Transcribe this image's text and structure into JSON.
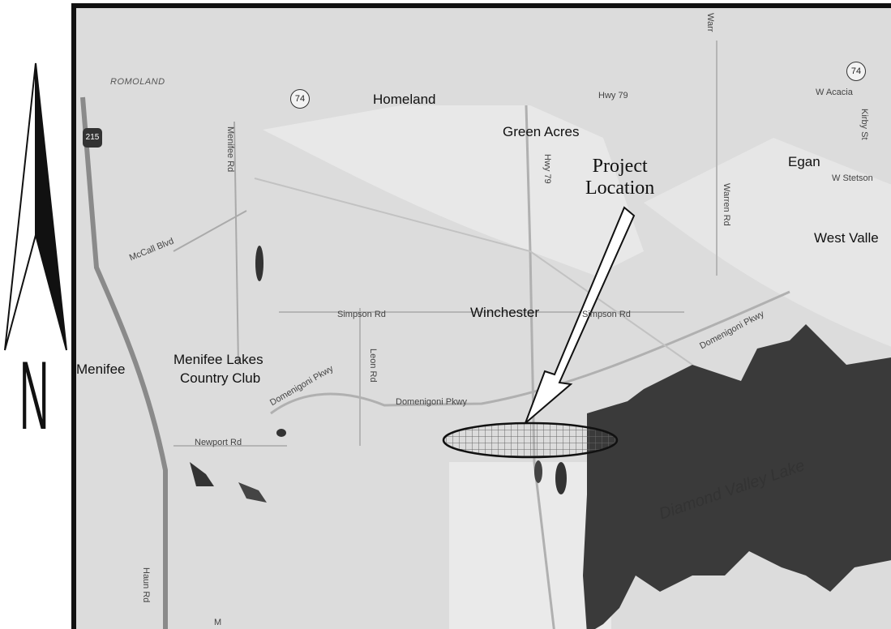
{
  "compass": {
    "label": "N"
  },
  "map": {
    "places": [
      {
        "id": "romoland",
        "text": "ROMOLAND"
      },
      {
        "id": "homeland",
        "text": "Homeland"
      },
      {
        "id": "green-acres",
        "text": "Green Acres"
      },
      {
        "id": "egan",
        "text": "Egan"
      },
      {
        "id": "winchester",
        "text": "Winchester"
      },
      {
        "id": "menifee",
        "text": "Menifee"
      },
      {
        "id": "menifee-lakes-1",
        "text": "Menifee Lakes"
      },
      {
        "id": "menifee-lakes-2",
        "text": "Country Club"
      },
      {
        "id": "west-valley",
        "text": "West Valle"
      },
      {
        "id": "lake",
        "text": "Diamond Valley Lake"
      }
    ],
    "roads": {
      "menifee_rd": "Menifee Rd",
      "mccall_blvd": "McCall Blvd",
      "hwy79_top": "Hwy 79",
      "hwy79_vert": "Hwy 79",
      "warren_rd": "Warren Rd",
      "warren_top": "Warr",
      "simpson_left": "Simpson Rd",
      "simpson_right": "Simpson Rd",
      "leon_rd": "Leon Rd",
      "domenigoni_1": "Domenigoni Pkwy",
      "domenigoni_2": "Domenigoni Pkwy",
      "domenigoni_3": "Domenigoni Pkwy",
      "newport_rd": "Newport Rd",
      "haun_rd": "Haun Rd",
      "w_acacia": "W Acacia",
      "kirby_st": "Kirby St",
      "w_stetson": "W Stetson",
      "bottom_m": "M"
    },
    "shields": {
      "hwy74_left": "74",
      "hwy74_right": "74",
      "i215": "215"
    },
    "project": {
      "line1": "Project",
      "line2": "Location"
    }
  }
}
